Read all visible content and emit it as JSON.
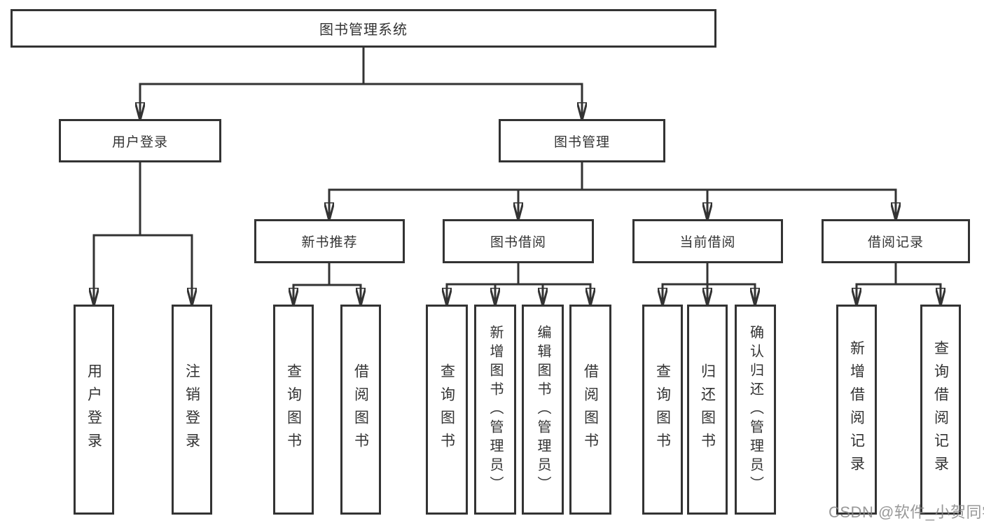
{
  "diagram": {
    "root": {
      "label": "图书管理系统",
      "children": [
        {
          "label": "用户登录",
          "children": [
            {
              "label": "用户登录"
            },
            {
              "label": "注销登录"
            }
          ]
        },
        {
          "label": "图书管理",
          "children": [
            {
              "label": "新书推荐",
              "children": [
                {
                  "label": "查询图书"
                },
                {
                  "label": "借阅图书"
                }
              ]
            },
            {
              "label": "图书借阅",
              "children": [
                {
                  "label": "查询图书"
                },
                {
                  "label": "新增图书（管理员）"
                },
                {
                  "label": "编辑图书（管理员）"
                },
                {
                  "label": "借阅图书"
                }
              ]
            },
            {
              "label": "当前借阅",
              "children": [
                {
                  "label": "查询图书"
                },
                {
                  "label": "归还图书"
                },
                {
                  "label": "确认归还（管理员）"
                }
              ]
            },
            {
              "label": "借阅记录",
              "children": [
                {
                  "label": "新增借阅记录"
                },
                {
                  "label": "查询借阅记录"
                }
              ]
            }
          ]
        }
      ]
    }
  },
  "watermark": {
    "text": "CSDN @软件_小贺同学"
  },
  "colors": {
    "line": "#333333",
    "box_border": "#333333",
    "text": "#333333",
    "background": "#ffffff",
    "watermark": "#868686"
  }
}
